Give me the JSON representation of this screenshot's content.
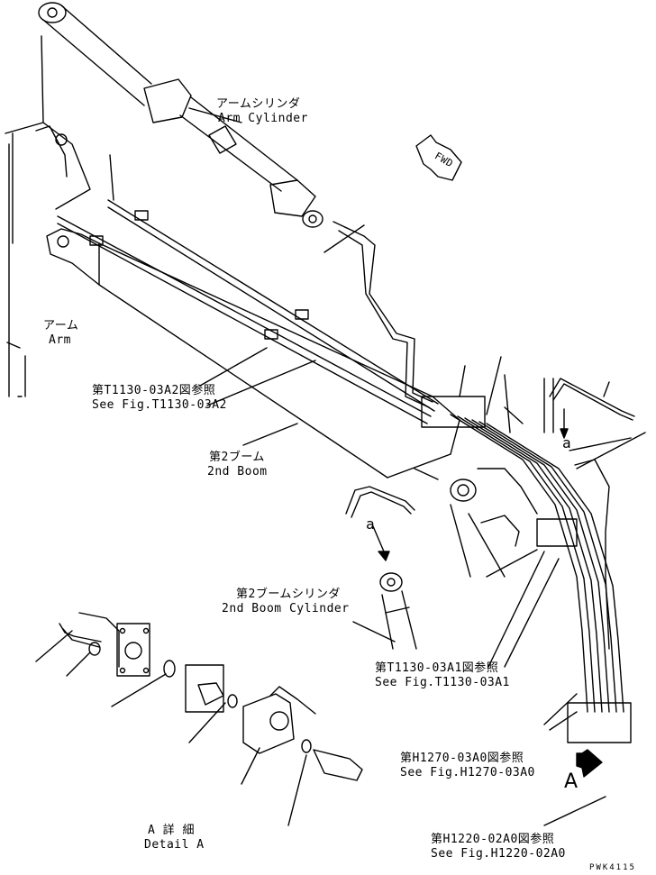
{
  "labels": {
    "arm_cylinder_jp": "アームシリンダ",
    "arm_cylinder_en": "Arm Cylinder",
    "fwd": "FWD",
    "arm_jp": "アーム",
    "arm_en": "Arm",
    "ref_t1130_a2_jp": "第T1130-03A2図参照",
    "ref_t1130_a2_en": "See Fig.T1130-03A2",
    "boom2_jp": "第2ブーム",
    "boom2_en": "2nd Boom",
    "callout_a_upper": "a",
    "callout_a_mid": "a",
    "boom2_cyl_jp": "第2ブームシリンダ",
    "boom2_cyl_en": "2nd Boom Cylinder",
    "ref_t1130_a1_jp": "第T1130-03A1図参照",
    "ref_t1130_a1_en": "See Fig.T1130-03A1",
    "ref_h1270_jp": "第H1270-03A0図参照",
    "ref_h1270_en": "See Fig.H1270-03A0",
    "detail_a_jp": "A 詳 細",
    "detail_a_en": "Detail A",
    "view_a": "A",
    "ref_h1220_jp": "第H1220-02A0図参照",
    "ref_h1220_en": "See Fig.H1220-02A0",
    "drawing_code": "PWK4115"
  }
}
